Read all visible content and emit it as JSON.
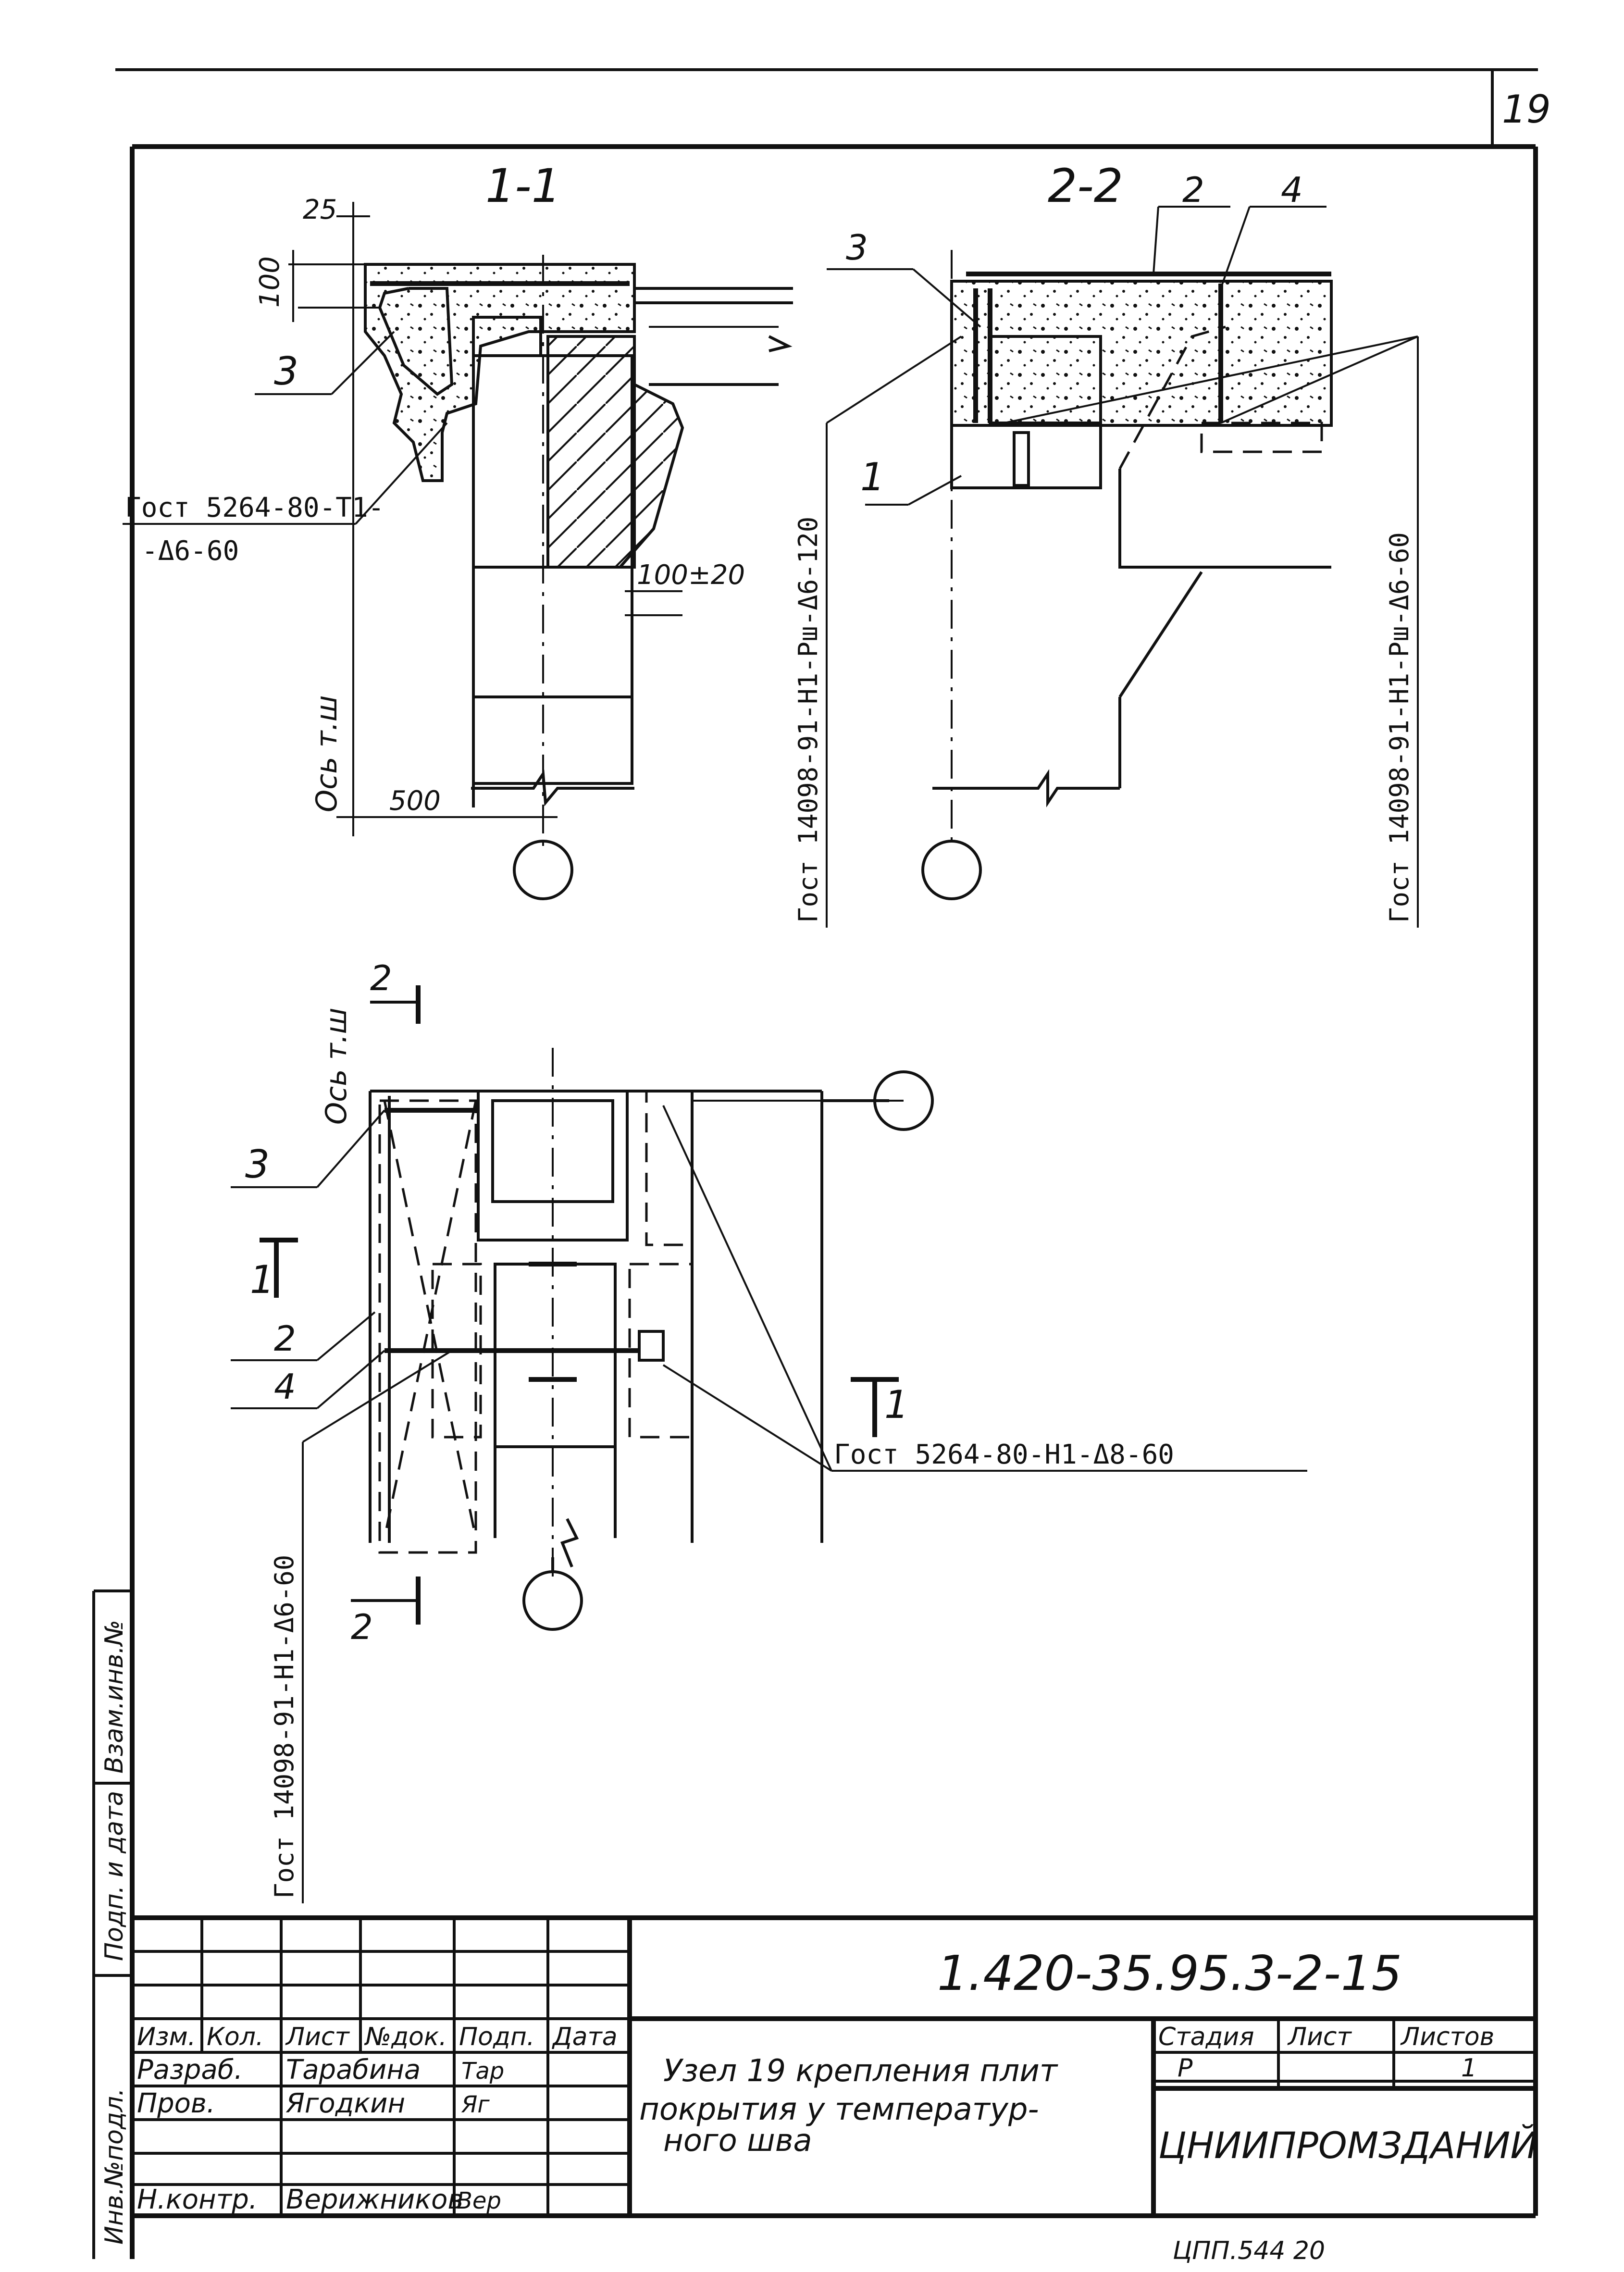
{
  "sheet_number": "19",
  "sections": {
    "s11": {
      "title": "1-1",
      "dim_top": "25",
      "dim_height": "100",
      "dim_gap": "100±20",
      "dim_axis": "500",
      "axis_label": "Ось т.ш",
      "callout_3": "3",
      "weld_note_line1": "Гост 5264-80-Т1-",
      "weld_note_line2": "-Δ6-60",
      "vertical_note": "Гост 14098-91-Н1-Рш-Δ6-120"
    },
    "s22": {
      "title": "2-2",
      "callout_2": "2",
      "callout_4": "4",
      "callout_3": "3",
      "callout_1": "1",
      "vertical_note": "Гост 14098-91-Н1-Рш-Δ6-60"
    },
    "plan": {
      "cut_2_top": "2",
      "cut_2_bottom": "2",
      "cut_1_left": "1",
      "cut_1_right": "1",
      "axis_label": "Ось т.ш",
      "callout_3": "3",
      "callout_2": "2",
      "callout_4": "4",
      "weld_note": "Гост 5264-80-Н1-Δ8-60",
      "vertical_note": "Гост 14098-91-Н1-Δ6-60"
    }
  },
  "side_stamp": {
    "col1": "Инв.№подл.",
    "col2": "Подп. и дата",
    "col3": "Взам.инв.№"
  },
  "title_block": {
    "doc_code": "1.420-35.95.3-2-15",
    "headers": [
      "Изм.",
      "Кол.",
      "Лист",
      "№док.",
      "Подп.",
      "Дата"
    ],
    "role_develop": "Разраб.",
    "name_develop": "Тарабина",
    "sig_develop": "Тар",
    "role_check": "Пров.",
    "name_check": "Ягодкин",
    "sig_check": "Яг",
    "role_norm": "Н.контр.",
    "name_norm": "Верижников",
    "sig_norm": "Вер",
    "title_line1": "Узел 19 крепления плит",
    "title_line2": "покрытия у температур-",
    "title_line3": "ного    шва",
    "stage_label": "Стадия",
    "sheet_label": "Лист",
    "sheets_label": "Листов",
    "stage_value": "Р",
    "sheets_value": "1",
    "org": "ЦНИИПРОМЗДАНИЙ",
    "footer_code": "ЦПП.544  20"
  }
}
